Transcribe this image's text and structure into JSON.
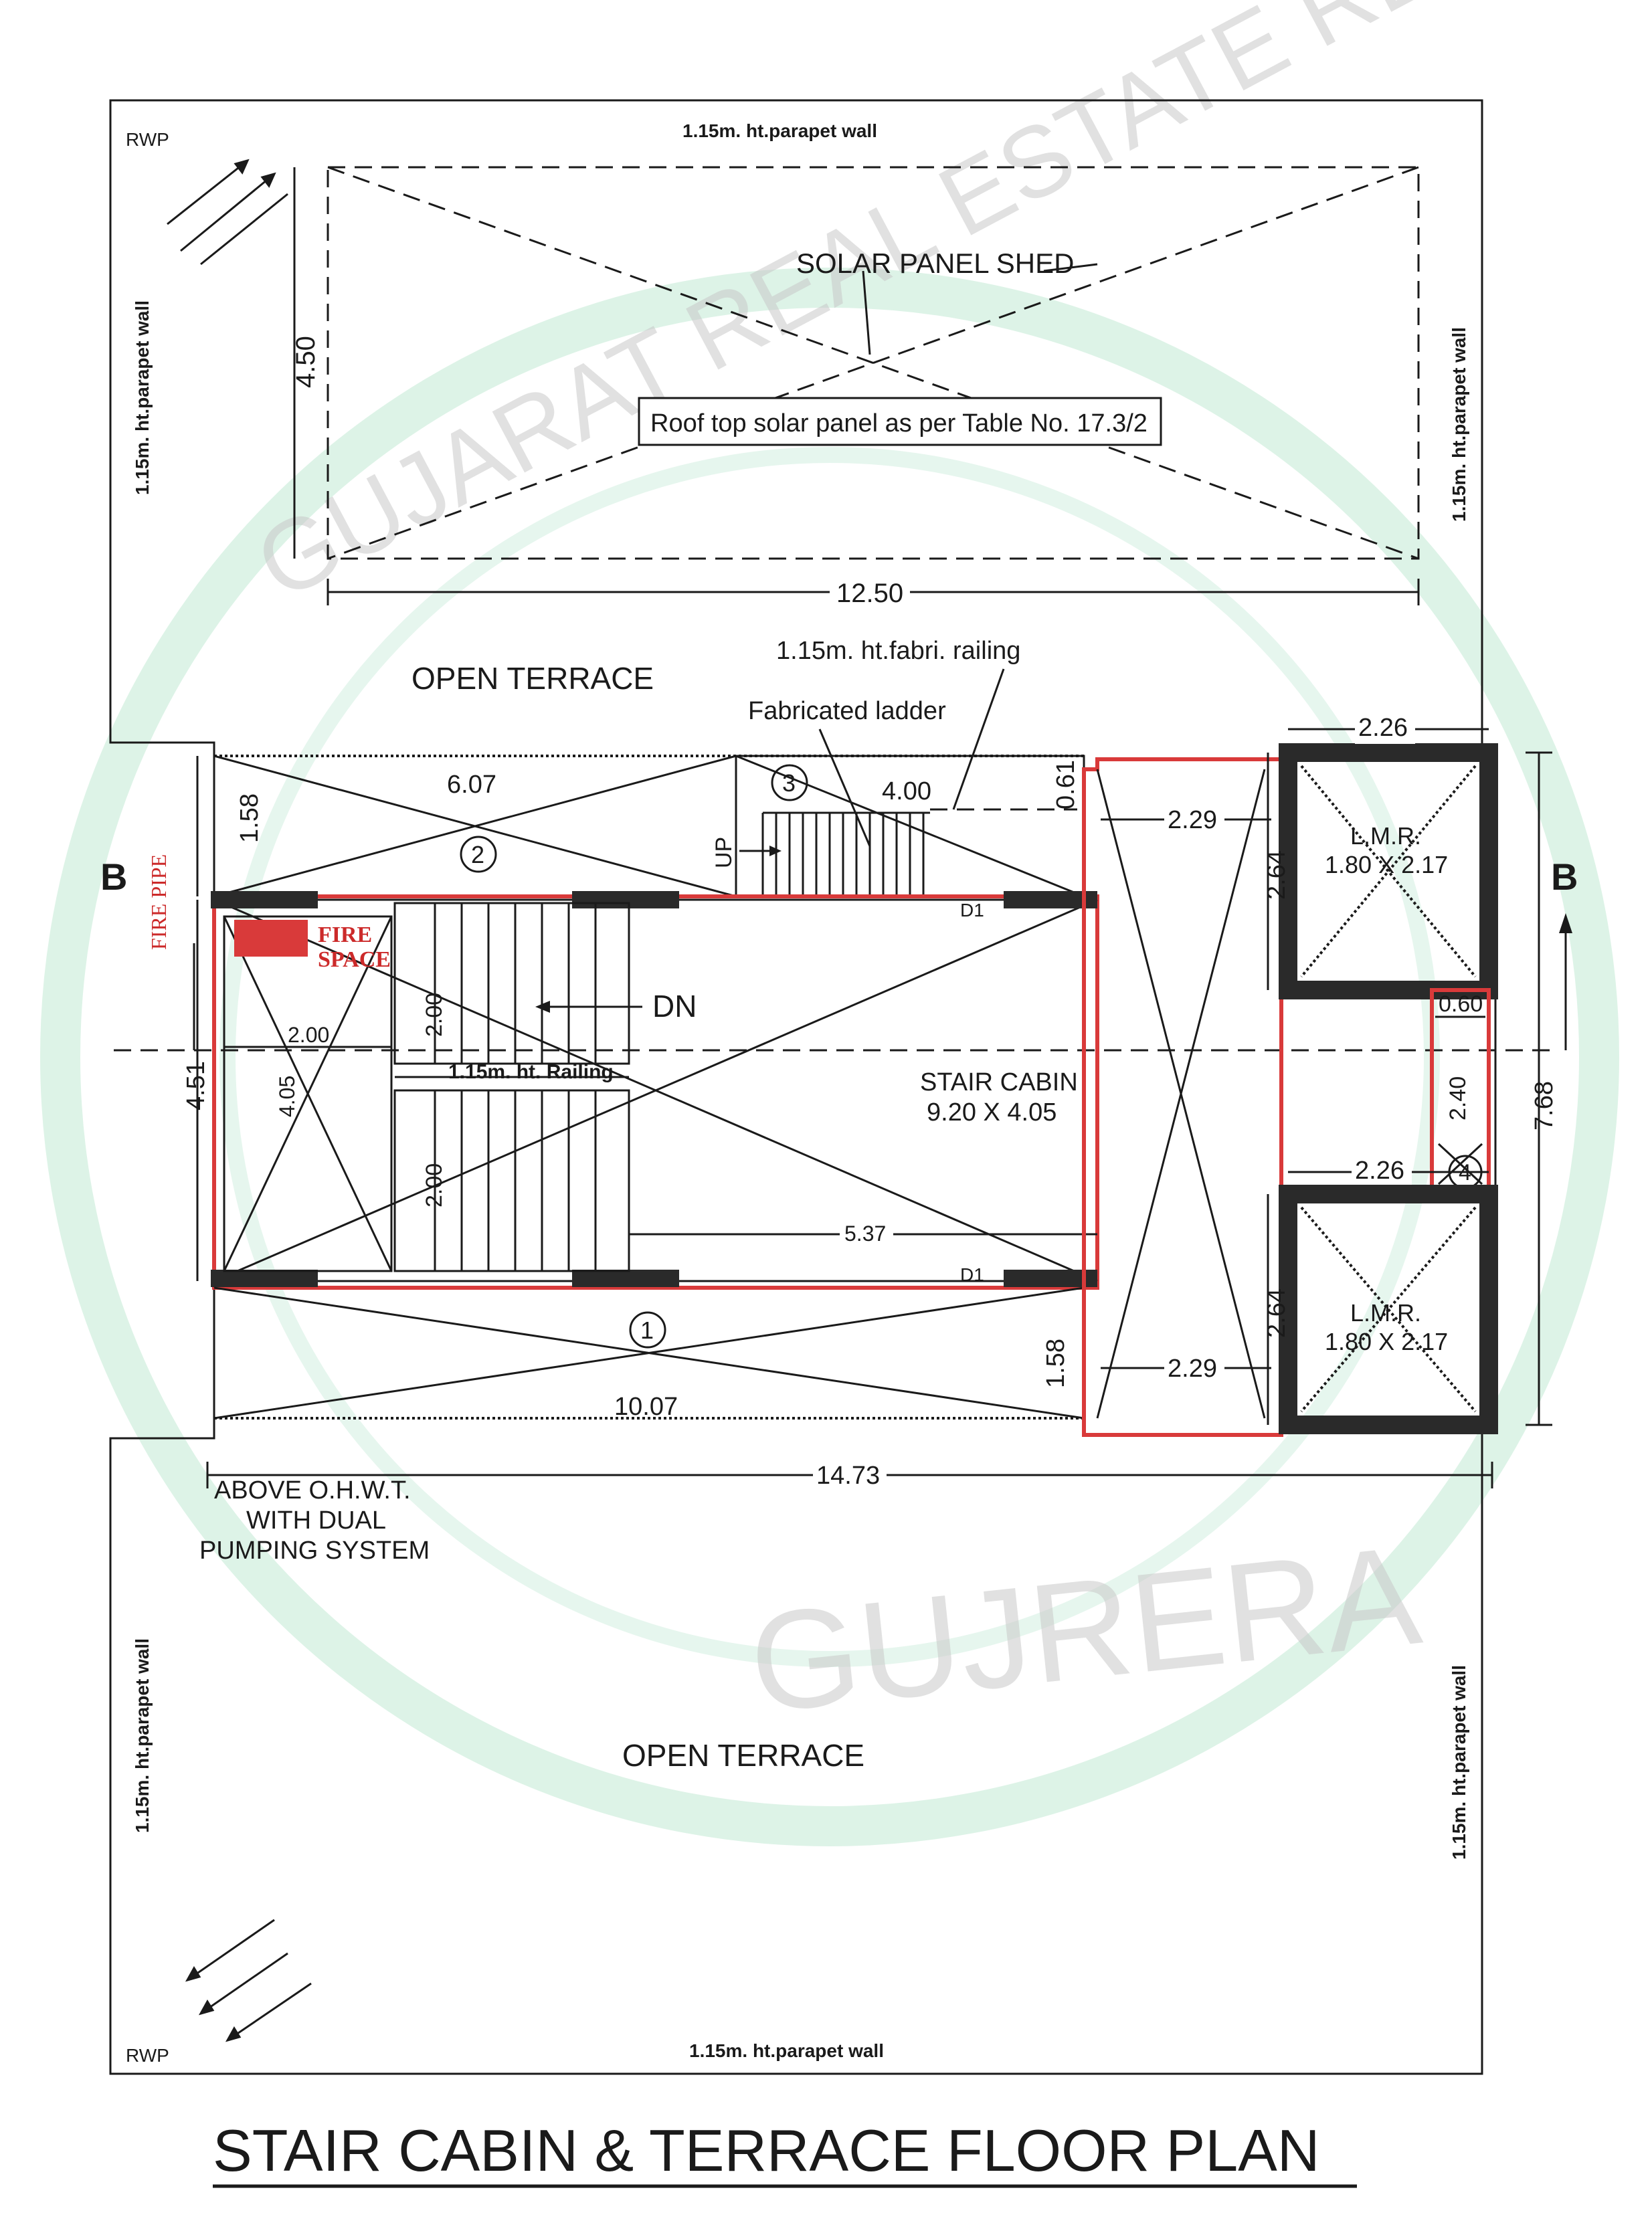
{
  "plan_title": "STAIR CABIN & TERRACE FLOOR PLAN",
  "watermark": {
    "ring_text_arc": "GUJARAT REAL ESTATE REGULATORY AUTHORITY",
    "center_text": "GUJRERA",
    "ring_color": "#bfe6d2"
  },
  "labels": {
    "rwp_top": "RWP",
    "rwp_bottom": "RWP",
    "parapet_top": "1.15m. ht.parapet wall",
    "parapet_bottom": "1.15m. ht.parapet wall",
    "parapet_left_upper": "1.15m. ht.parapet wall",
    "parapet_right_upper": "1.15m. ht.parapet wall",
    "parapet_left_lower": "1.15m. ht.parapet wall",
    "parapet_right_lower": "1.15m. ht.parapet wall",
    "solar_shed": "SOLAR PANEL SHED",
    "solar_note": "Roof top solar panel as per Table No. 17.3/2",
    "open_terrace_top": "OPEN TERRACE",
    "open_terrace_bottom": "OPEN TERRACE",
    "railing_note": "1.15m. ht.fabri. railing",
    "ladder_note": "Fabricated ladder",
    "up": "UP",
    "dn": "DN",
    "stair_cabin": "STAIR CABIN",
    "stair_cabin_size": "9.20 X 4.05",
    "railing_inner": "1.15m. ht. Railing",
    "fire_pipe": "FIRE PIPE",
    "fire_space_1": "FIRE",
    "fire_space_2": "SPACE",
    "lmr_top": "L.M.R.",
    "lmr_top_size": "1.80 X 2.17",
    "lmr_bottom": "L.M.R.",
    "lmr_bottom_size": "1.80 X 2.17",
    "door_top": "D1",
    "door_bottom": "D1",
    "section_left": "B",
    "section_right": "B",
    "ohwt_1": "ABOVE O.H.W.T.",
    "ohwt_2": "WITH DUAL",
    "ohwt_3": "PUMPING SYSTEM",
    "circle_1": "1",
    "circle_2": "2",
    "circle_3": "3",
    "circle_4": "4"
  },
  "dimensions": {
    "solar_height": "4.50",
    "solar_width": "12.50",
    "top_strip_len": "6.07",
    "top_strip_h": "1.58",
    "ladder_len": "4.00",
    "ladder_w": "0.61",
    "lmr_width_top": "2.26",
    "shaft_top_w": "2.29",
    "lmr_h_top": "2.64",
    "left_total": "4.51",
    "fire_w": "2.00",
    "fire_h": "4.05",
    "flight_top": "2.00",
    "flight_bottom": "2.00",
    "landing_len": "5.37",
    "gap_small": "0.60",
    "mid_h": "2.40",
    "right_total": "7.68",
    "lmr_width_mid": "2.26",
    "lmr_h_bottom": "2.64",
    "shaft_bottom_w": "2.29",
    "bottom_strip_h": "1.58",
    "bottom_strip_len": "10.07",
    "overall_len": "14.73"
  }
}
